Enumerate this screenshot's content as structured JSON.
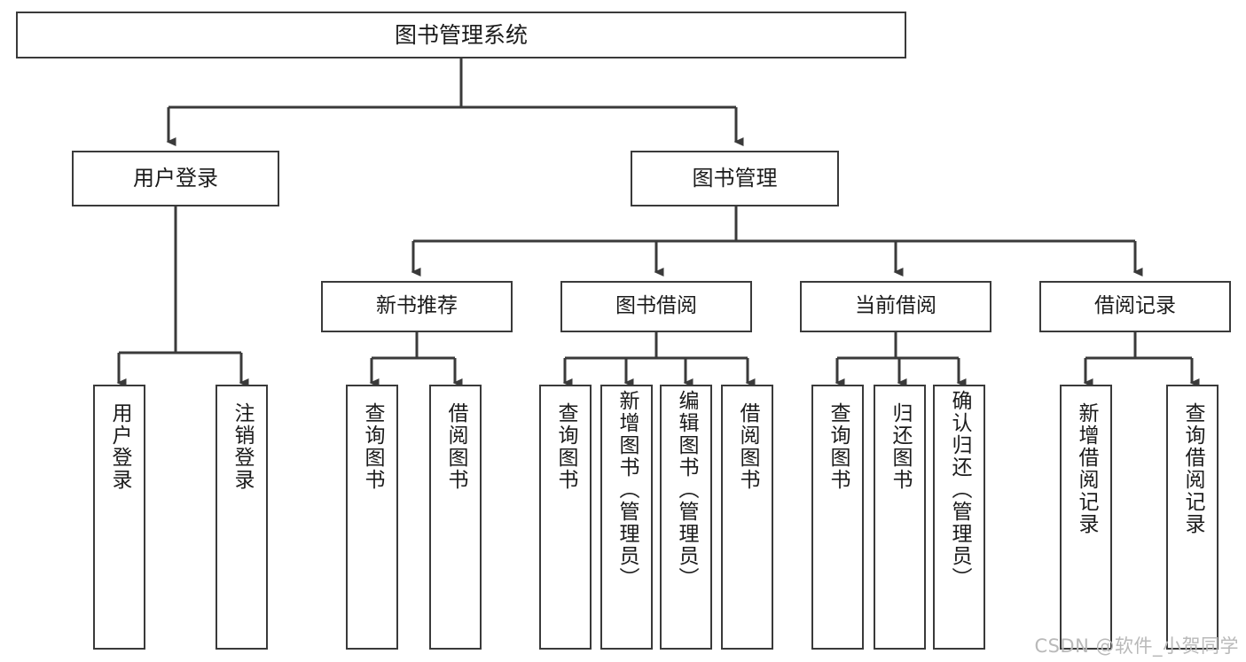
{
  "diagram": {
    "title": "图书管理系统",
    "type": "tree-hierarchy-diagram",
    "colors": {
      "box_border": "#3a3a3a",
      "box_fill": "#ffffff",
      "connector": "#3a3a3a",
      "text": "#1b1b1b",
      "watermark": "#b9b9b9"
    },
    "root": {
      "label": "图书管理系统"
    },
    "tier2": [
      {
        "label": "用户登录"
      },
      {
        "label": "图书管理"
      }
    ],
    "tier3": [
      {
        "label": "新书推荐"
      },
      {
        "label": "图书借阅"
      },
      {
        "label": "当前借阅"
      },
      {
        "label": "借阅记录"
      }
    ],
    "leaves": {
      "user_login": [
        {
          "label": "用户登录"
        },
        {
          "label": "注销登录"
        }
      ],
      "new_book_recommend": [
        {
          "label": "查询图书"
        },
        {
          "label": "借阅图书"
        }
      ],
      "book_borrow": [
        {
          "label": "查询图书"
        },
        {
          "label": "新增图书（管理员）"
        },
        {
          "label": "编辑图书（管理员）"
        },
        {
          "label": "借阅图书"
        }
      ],
      "current_borrow": [
        {
          "label": "查询图书"
        },
        {
          "label": "归还图书"
        },
        {
          "label": "确认归还（管理员）"
        }
      ],
      "borrow_record": [
        {
          "label": "新增借阅记录"
        },
        {
          "label": "查询借阅记录"
        }
      ]
    }
  },
  "watermark": {
    "text": "CSDN @软件_小贺同学"
  }
}
